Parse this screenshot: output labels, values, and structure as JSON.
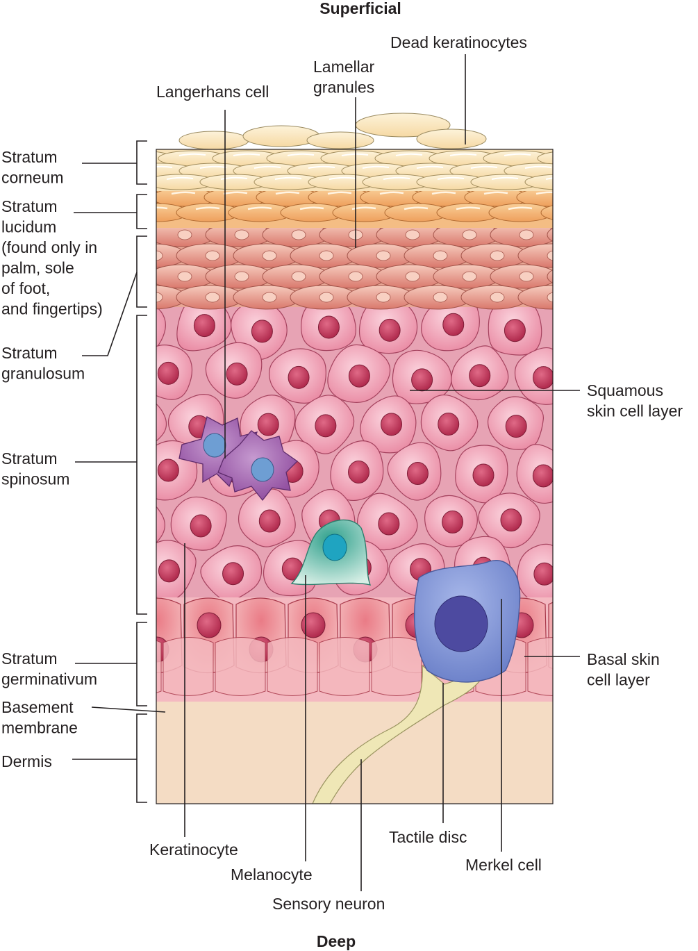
{
  "orientation": {
    "top": "Superficial",
    "bottom": "Deep"
  },
  "layer_labels": {
    "corneum": [
      "Stratum",
      "corneum"
    ],
    "lucidum": [
      "Stratum",
      "lucidum",
      "(found only in",
      "palm, sole",
      "of foot,",
      "and fingertips)"
    ],
    "granulosum": [
      "Stratum",
      "granulosum"
    ],
    "spinosum": [
      "Stratum",
      "spinosum"
    ],
    "germinativum": [
      "Stratum",
      "germinativum"
    ],
    "basement": [
      "Basement",
      "membrane"
    ],
    "dermis": [
      "Dermis"
    ]
  },
  "cell_labels": {
    "dead_keratinocytes": [
      "Dead keratinocytes"
    ],
    "lamellar_granules": [
      "Lamellar",
      "granules"
    ],
    "langerhans_cell": [
      "Langerhans cell"
    ],
    "squamous_layer": [
      "Squamous",
      "skin cell layer"
    ],
    "basal_layer": [
      "Basal skin",
      "cell layer"
    ],
    "keratinocyte": [
      "Keratinocyte"
    ],
    "melanocyte": [
      "Melanocyte"
    ],
    "sensory_neuron": [
      "Sensory neuron"
    ],
    "tactile_disc": [
      "Tactile disc"
    ],
    "merkel_cell": [
      "Merkel cell"
    ]
  },
  "colors": {
    "dermis": "#f4dcc4",
    "corneum_cell": "#fbeac6",
    "lucidum_cell": "#f3b879",
    "granulosum_cell": "#e2998b",
    "spinosum_cell": "#f2a6b8",
    "nucleus": "#c63a5c",
    "basal_cell": "#dc5767",
    "langerhans": "#9c5aa8",
    "melanocyte": "#4fae98",
    "merkel": "#7b8fd0",
    "neuron": "#efe7b6",
    "line": "#231f20"
  }
}
